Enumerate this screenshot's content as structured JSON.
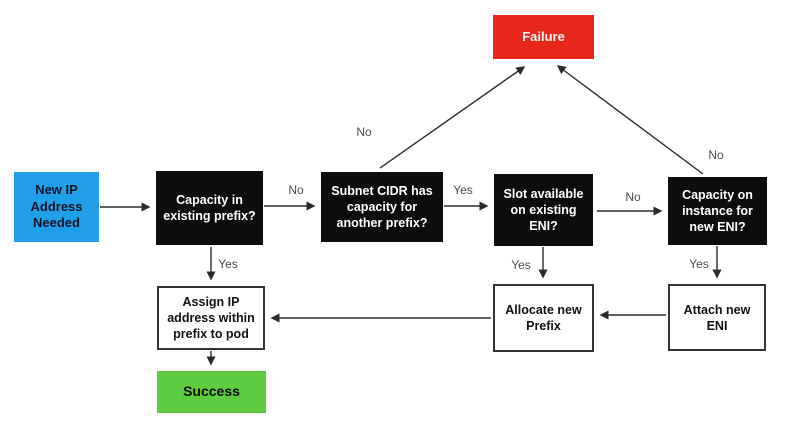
{
  "diagram": {
    "type": "flowchart",
    "topic": "IP address allocation flow (prefix / ENI capacity decisions)",
    "colors": {
      "start_blue": "#219fe8",
      "decision_black": "#0d0d0d",
      "failure_red": "#e8271c",
      "success_green": "#5ecc40",
      "action_white": "#ffffff",
      "arrow": "#2b2b2b",
      "edge_label_gray": "#4d4d4d"
    },
    "nodes": {
      "start": {
        "label": "New IP\nAddress\nNeeded",
        "kind": "start"
      },
      "q1": {
        "label": "Capacity in\nexisting prefix?",
        "kind": "decision"
      },
      "q2": {
        "label": "Subnet CIDR has\ncapacity for\nanother prefix?",
        "kind": "decision"
      },
      "q3": {
        "label": "Slot available\non existing\nENI?",
        "kind": "decision"
      },
      "q4": {
        "label": "Capacity on\ninstance for\nnew ENI?",
        "kind": "decision"
      },
      "failure": {
        "label": "Failure",
        "kind": "terminal-failure"
      },
      "assign": {
        "label": "Assign IP\naddress within\nprefix to pod",
        "kind": "action"
      },
      "allocate": {
        "label": "Allocate new\nPrefix",
        "kind": "action"
      },
      "attach": {
        "label": "Attach new\nENI",
        "kind": "action"
      },
      "success": {
        "label": "Success",
        "kind": "terminal-success"
      }
    },
    "edges": [
      {
        "from": "start",
        "to": "q1",
        "label": ""
      },
      {
        "from": "q1",
        "to": "q2",
        "label": "No"
      },
      {
        "from": "q1",
        "to": "assign",
        "label": "Yes"
      },
      {
        "from": "q2",
        "to": "q3",
        "label": "Yes"
      },
      {
        "from": "q2",
        "to": "failure",
        "label": "No"
      },
      {
        "from": "q3",
        "to": "q4",
        "label": "No"
      },
      {
        "from": "q3",
        "to": "allocate",
        "label": "Yes"
      },
      {
        "from": "q4",
        "to": "failure",
        "label": "No"
      },
      {
        "from": "q4",
        "to": "attach",
        "label": "Yes"
      },
      {
        "from": "attach",
        "to": "allocate",
        "label": ""
      },
      {
        "from": "allocate",
        "to": "assign",
        "label": ""
      },
      {
        "from": "assign",
        "to": "success",
        "label": ""
      }
    ]
  }
}
